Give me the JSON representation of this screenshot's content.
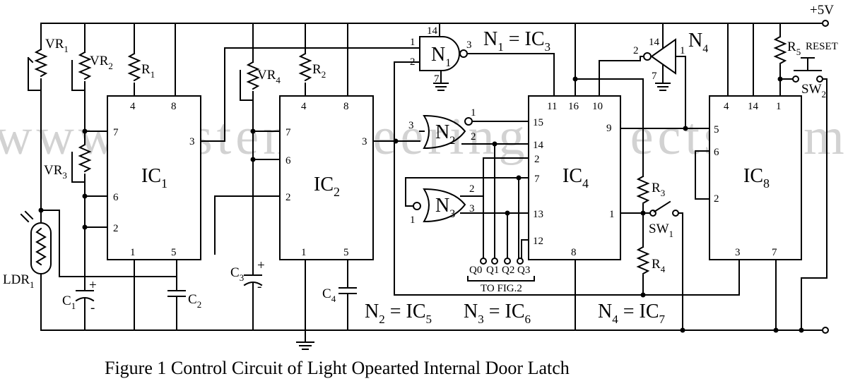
{
  "supply": "+5V",
  "watermark": "www.bestengineeringprojects.com",
  "caption": "Figure 1 Control Circuit of Light Opearted Internal Door Latch",
  "to_fig": "TO FIG.2",
  "ics": {
    "ic1": {
      "name": "IC",
      "sub": "1",
      "pins": {
        "p4": "4",
        "p8": "8",
        "p7": "7",
        "p6": "6",
        "p2": "2",
        "p3": "3",
        "p1": "1",
        "p5": "5"
      }
    },
    "ic2": {
      "name": "IC",
      "sub": "2",
      "pins": {
        "p4": "4",
        "p8": "8",
        "p7": "7",
        "p6": "6",
        "p2": "2",
        "p3": "3",
        "p1": "1",
        "p5": "5"
      }
    },
    "ic4": {
      "name": "IC",
      "sub": "4",
      "pins": {
        "p11": "11",
        "p16": "16",
        "p10": "10",
        "p15": "15",
        "p14": "14",
        "p2": "2",
        "p7": "7",
        "p13": "13",
        "p12": "12",
        "p9": "9",
        "p1": "1",
        "p8": "8"
      }
    },
    "ic8": {
      "name": "IC",
      "sub": "8",
      "pins": {
        "p4": "4",
        "p14": "14",
        "p1": "1",
        "p5": "5",
        "p6": "6",
        "p2": "2",
        "p3": "3",
        "p7": "7"
      }
    }
  },
  "gates": {
    "n1": {
      "name": "N",
      "sub": "1",
      "pins": {
        "p1": "1",
        "p2": "2",
        "p3": "3",
        "p14": "14",
        "p7": "7"
      }
    },
    "n2": {
      "name": "N",
      "sub": "2",
      "pins": {
        "p1": "1",
        "p2": "2",
        "p3": "3"
      }
    },
    "n3": {
      "name": "N",
      "sub": "3",
      "pins": {
        "p1": "1",
        "p2": "2",
        "p3": "3"
      }
    },
    "n4": {
      "name": "N",
      "sub": "4",
      "pins": {
        "p1": "1",
        "p2": "2",
        "p14": "14",
        "p7": "7"
      }
    }
  },
  "components": {
    "vr1": {
      "n": "VR",
      "s": "1"
    },
    "vr2": {
      "n": "VR",
      "s": "2"
    },
    "vr3": {
      "n": "VR",
      "s": "3"
    },
    "vr4": {
      "n": "VR",
      "s": "4"
    },
    "r1": {
      "n": "R",
      "s": "1"
    },
    "r2": {
      "n": "R",
      "s": "2"
    },
    "r3": {
      "n": "R",
      "s": "3"
    },
    "r4": {
      "n": "R",
      "s": "4"
    },
    "r5": {
      "n": "R",
      "s": "5"
    },
    "c1": {
      "n": "C",
      "s": "1"
    },
    "c2": {
      "n": "C",
      "s": "2"
    },
    "c3": {
      "n": "C",
      "s": "3"
    },
    "c4": {
      "n": "C",
      "s": "4"
    },
    "ldr1": {
      "n": "LDR",
      "s": "1"
    },
    "sw1": {
      "n": "SW",
      "s": "1"
    },
    "sw2": {
      "n": "SW",
      "s": "2"
    },
    "reset": "RESET",
    "plus": "+",
    "minus": "-"
  },
  "equations": {
    "n1": {
      "a": "N",
      "as": "1",
      "eq": " = IC",
      "bs": "3"
    },
    "n2": {
      "a": "N",
      "as": "2",
      "eq": " = IC",
      "bs": "5"
    },
    "n3": {
      "a": "N",
      "as": "3",
      "eq": " = IC",
      "bs": "6"
    },
    "n4": {
      "a": "N",
      "as": "4",
      "eq": " = IC",
      "bs": "7"
    }
  },
  "outputs": [
    "Q0",
    "Q1",
    "Q2",
    "Q3"
  ]
}
